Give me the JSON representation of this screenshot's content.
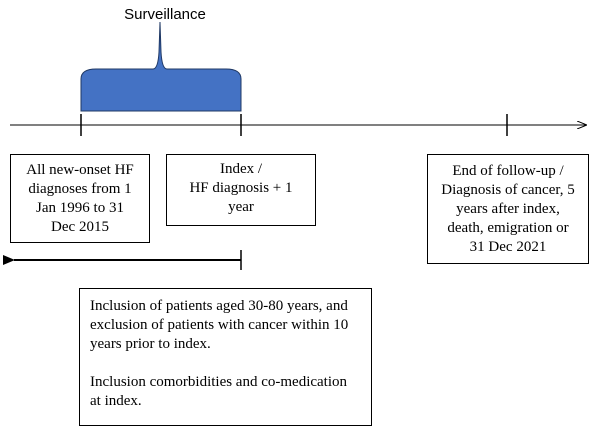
{
  "surveillance": {
    "label": "Surveillance"
  },
  "colors": {
    "bracket_fill": "#4472C4",
    "bracket_stroke": "#2F4F8F",
    "line": "#000000"
  },
  "boxes": {
    "hf_diagnoses": {
      "lines": [
        "All new-onset HF",
        "diagnoses from 1",
        "Jan 1996 to 31",
        "Dec 2015"
      ]
    },
    "index": {
      "lines": [
        "Index /",
        "HF diagnosis + 1",
        "year"
      ]
    },
    "end_follow_up": {
      "lines": [
        "End of follow-up /",
        "Diagnosis of cancer, 5",
        "years after index,",
        "death, emigration or",
        "31 Dec 2021"
      ]
    },
    "inclusion": {
      "paragraph1": "Inclusion of patients aged 30-80 years, and exclusion of patients with cancer within 10 years prior to index.",
      "paragraph2": "Inclusion comorbidities and co-medication at index."
    }
  }
}
